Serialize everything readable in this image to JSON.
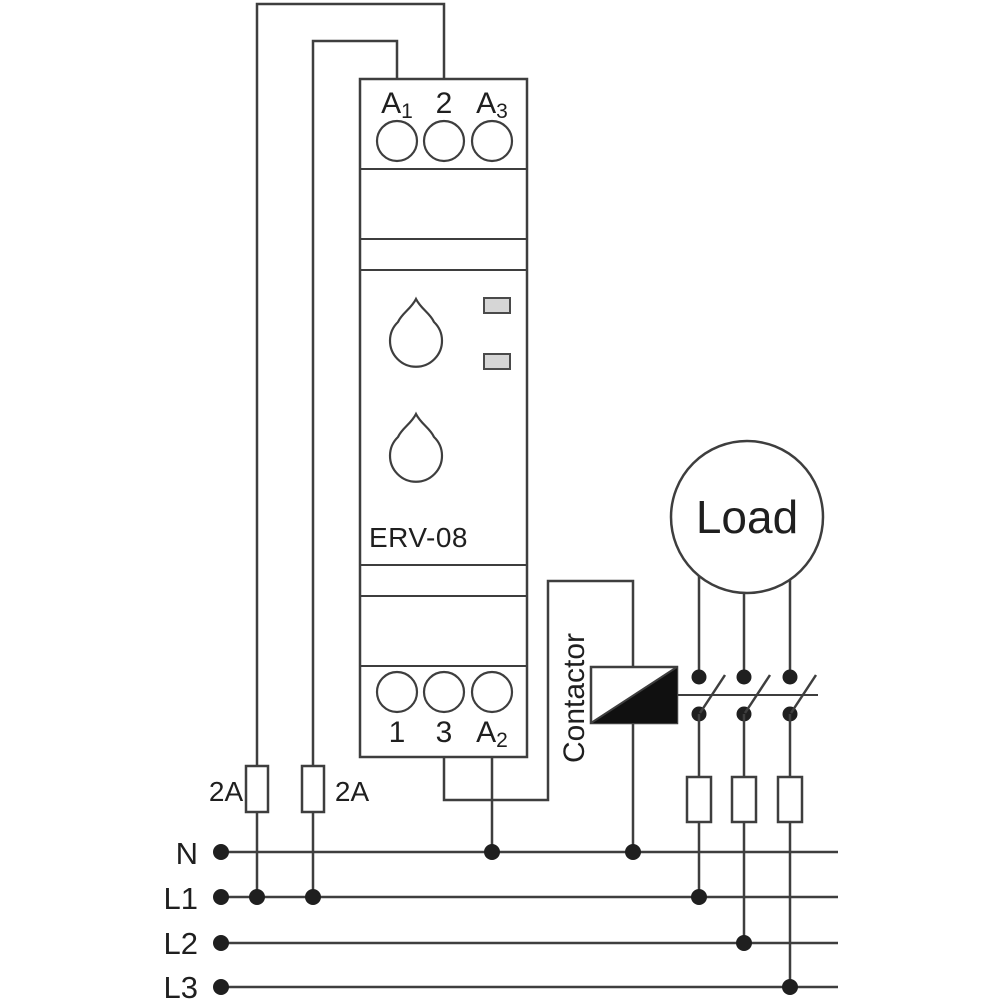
{
  "device": {
    "model_label": "ERV-08",
    "top_terminals": [
      {
        "main": "A",
        "sub": "1"
      },
      {
        "main": "2",
        "sub": ""
      },
      {
        "main": "A",
        "sub": "3"
      }
    ],
    "bottom_terminals": [
      {
        "main": "1",
        "sub": ""
      },
      {
        "main": "3",
        "sub": ""
      },
      {
        "main": "A",
        "sub": "2"
      }
    ]
  },
  "control_fuses": {
    "left_label": "2A",
    "right_label": "2A"
  },
  "contactor": {
    "label": "Contactor"
  },
  "load": {
    "label": "Load"
  },
  "bus": {
    "labels": [
      "N",
      "L1",
      "L2",
      "L3"
    ]
  },
  "colors": {
    "line": "#3e3e3e",
    "ink": "#1f1f1f",
    "led_fill": "#d6d6d6",
    "led_border": "#4a4a4a",
    "coil_fill": "#101010",
    "background": "#ffffff"
  }
}
